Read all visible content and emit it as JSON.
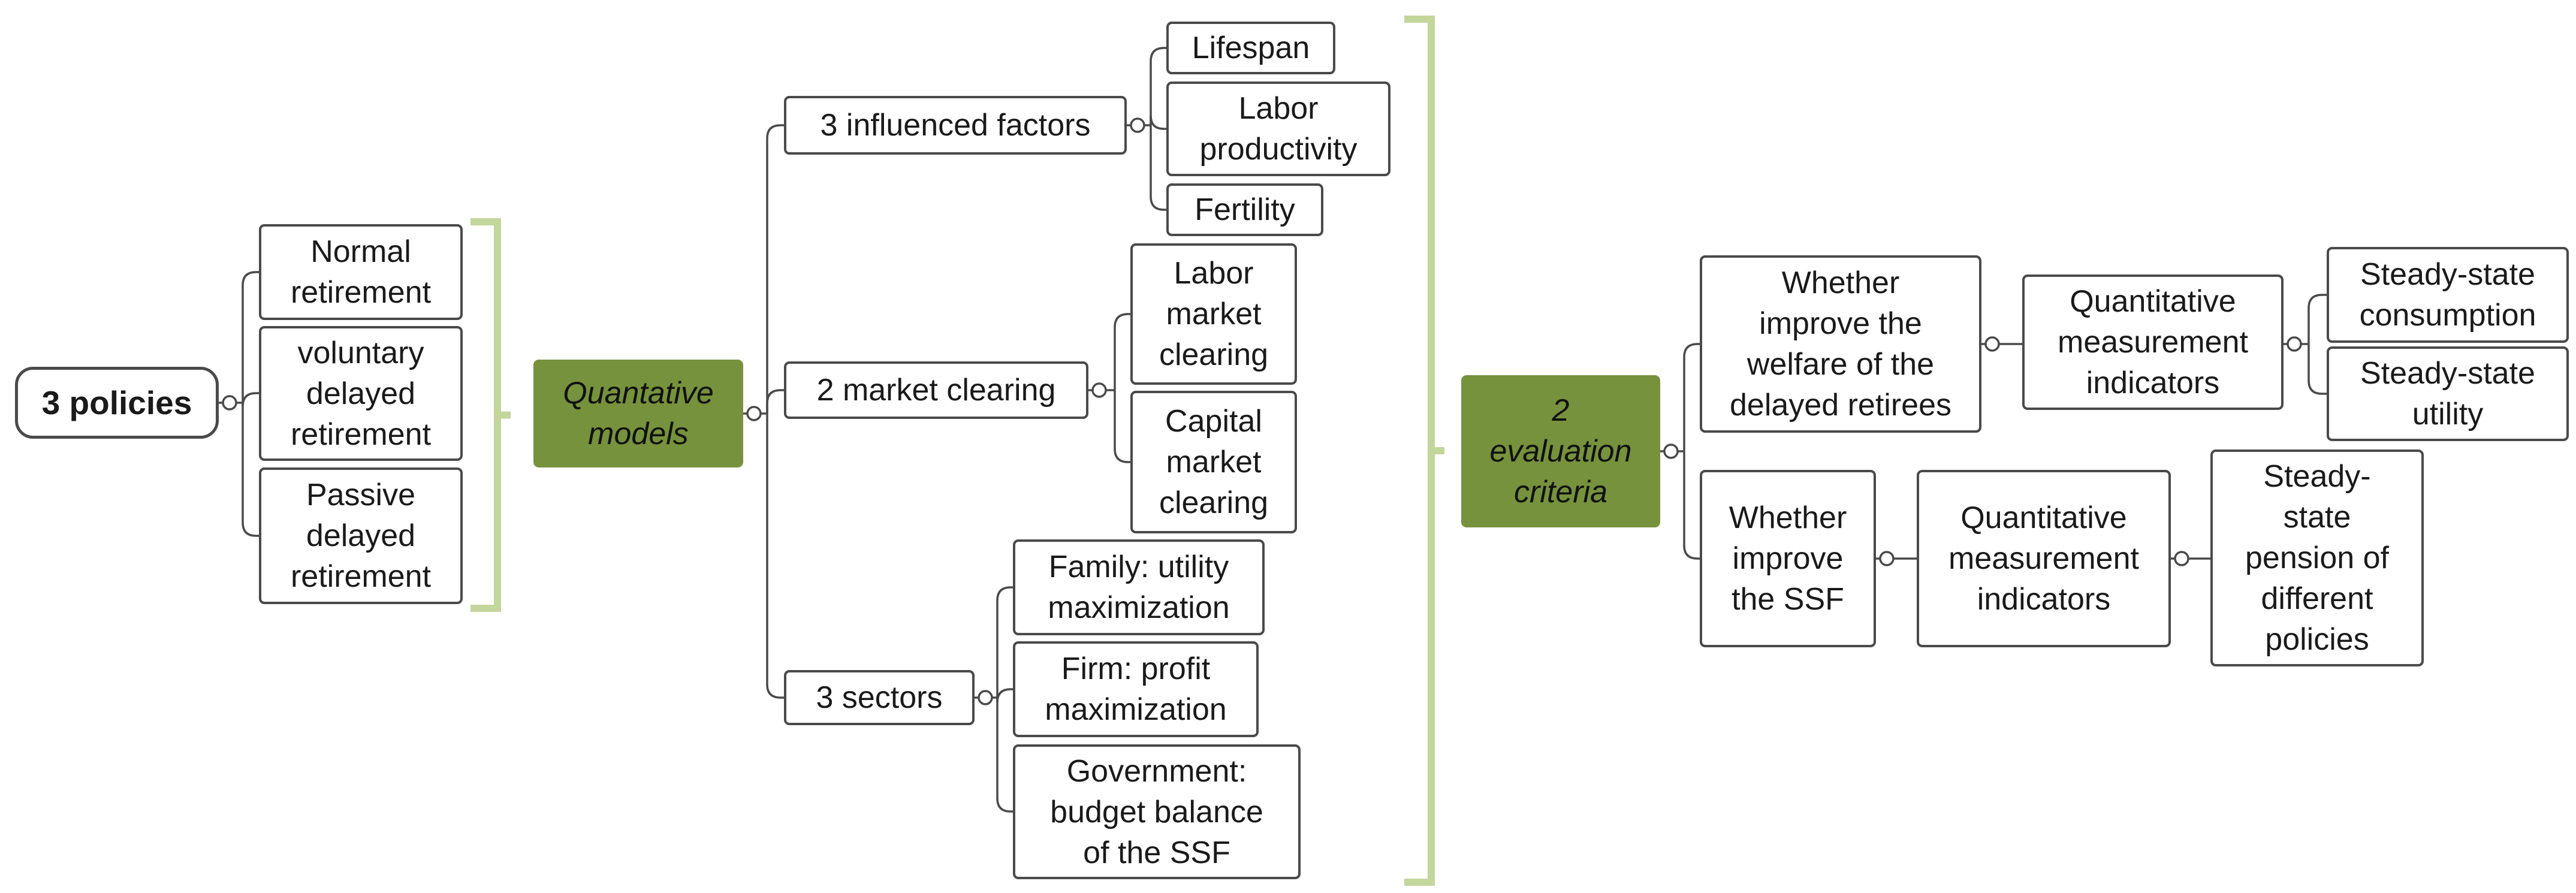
{
  "colors": {
    "line": "#4a4a4a",
    "green_fill": "#76923c",
    "bracket": "#c3d69b"
  },
  "diagram": {
    "root": "3 policies",
    "policies": [
      "Normal\nretirement",
      "voluntary\ndelayed\nretirement",
      "Passive\ndelayed\nretirement"
    ],
    "models_hub": "Quantative\nmodels",
    "factors": {
      "label": "3 influenced factors",
      "items": [
        "Lifespan",
        "Labor\nproductivity",
        "Fertility"
      ]
    },
    "clearing": {
      "label": "2 market clearing",
      "items": [
        "Labor\nmarket\nclearing",
        "Capital\nmarket\nclearing"
      ]
    },
    "sectors": {
      "label": "3  sectors",
      "items": [
        "Family: utility\nmaximization",
        "Firm: profit\nmaximization",
        "Government:\nbudget balance\nof the SSF"
      ]
    },
    "criteria_hub": "2\nevaluation\ncriteria",
    "welfare": {
      "label": "Whether\nimprove the\nwelfare of the\ndelayed retirees",
      "indicator": "Quantitative\nmeasurement\nindicators",
      "items": [
        "Steady-state\nconsumption",
        "Steady-state\nutility"
      ]
    },
    "ssf": {
      "label": "Whether\nimprove\nthe SSF",
      "indicator": "Quantitative\nmeasurement\nindicators",
      "item": "Steady-\nstate\npension of\ndifferent\npolicies"
    }
  }
}
